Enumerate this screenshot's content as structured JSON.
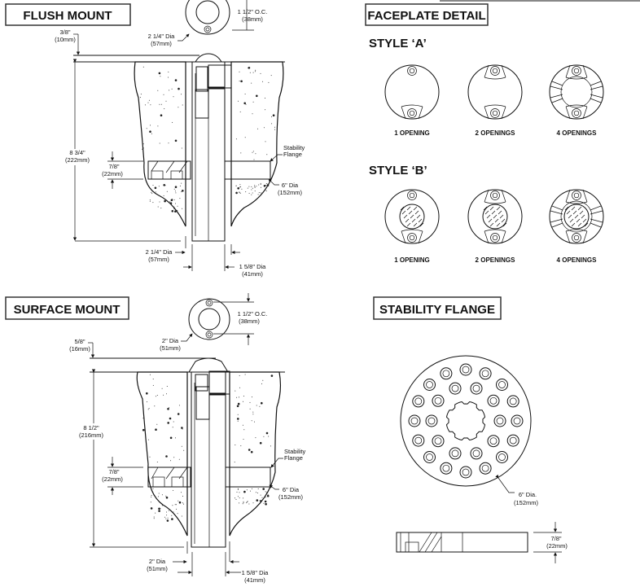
{
  "flush_mount": {
    "title": "FLUSH MOUNT",
    "oc_spacing": "1 1/2\" O.C.",
    "oc_spacing_mm": "(38mm)",
    "faceplate_dia": "2 1/4\" Dia",
    "faceplate_dia_mm": "(57mm)",
    "top_height": "3/8\"",
    "top_height_mm": "(10mm)",
    "depth": "8 3/4\"",
    "depth_mm": "(222mm)",
    "flange_thickness": "7/8\"",
    "flange_thickness_mm": "(22mm)",
    "flange_label_1": "Stability",
    "flange_label_2": "Flange",
    "flange_dia": "6\" Dia",
    "flange_dia_mm": "(152mm)",
    "sleeve_dia": "2 1/4\" Dia",
    "sleeve_dia_mm": "(57mm)",
    "pole_dia": "1 5/8\" Dia",
    "pole_dia_mm": "(41mm)"
  },
  "surface_mount": {
    "title": "SURFACE MOUNT",
    "oc_spacing": "1 1/2\" O.C.",
    "oc_spacing_mm": "(38mm)",
    "faceplate_dia": "2\" Dia",
    "faceplate_dia_mm": "(51mm)",
    "top_height": "5/8\"",
    "top_height_mm": "(16mm)",
    "depth": "8 1/2\"",
    "depth_mm": "(216mm)",
    "flange_thickness": "7/8\"",
    "flange_thickness_mm": "(22mm)",
    "flange_label_1": "Stability",
    "flange_label_2": "Flange",
    "flange_dia": "6\" Dia",
    "flange_dia_mm": "(152mm)",
    "sleeve_dia": "2\" Dia",
    "sleeve_dia_mm": "(51mm)",
    "pole_dia": "1 5/8\" Dia",
    "pole_dia_mm": "(41mm)"
  },
  "faceplate_detail": {
    "title": "FACEPLATE DETAIL",
    "styles": [
      {
        "label": "STYLE ‘A’",
        "lens": false,
        "variants": [
          {
            "label": "1 OPENING",
            "openings": 1
          },
          {
            "label": "2 OPENINGS",
            "openings": 2
          },
          {
            "label": "4 OPENINGS",
            "openings": 4
          }
        ]
      },
      {
        "label": "STYLE ‘B’",
        "lens": true,
        "variants": [
          {
            "label": "1 OPENING",
            "openings": 1
          },
          {
            "label": "2 OPENINGS",
            "openings": 2
          },
          {
            "label": "4 OPENINGS",
            "openings": 4
          }
        ]
      }
    ]
  },
  "stability_flange": {
    "title": "STABILITY FLANGE",
    "dia": "6\" Dia.",
    "dia_mm": "(152mm)",
    "thickness": "7/8\"",
    "thickness_mm": "(22mm)"
  }
}
